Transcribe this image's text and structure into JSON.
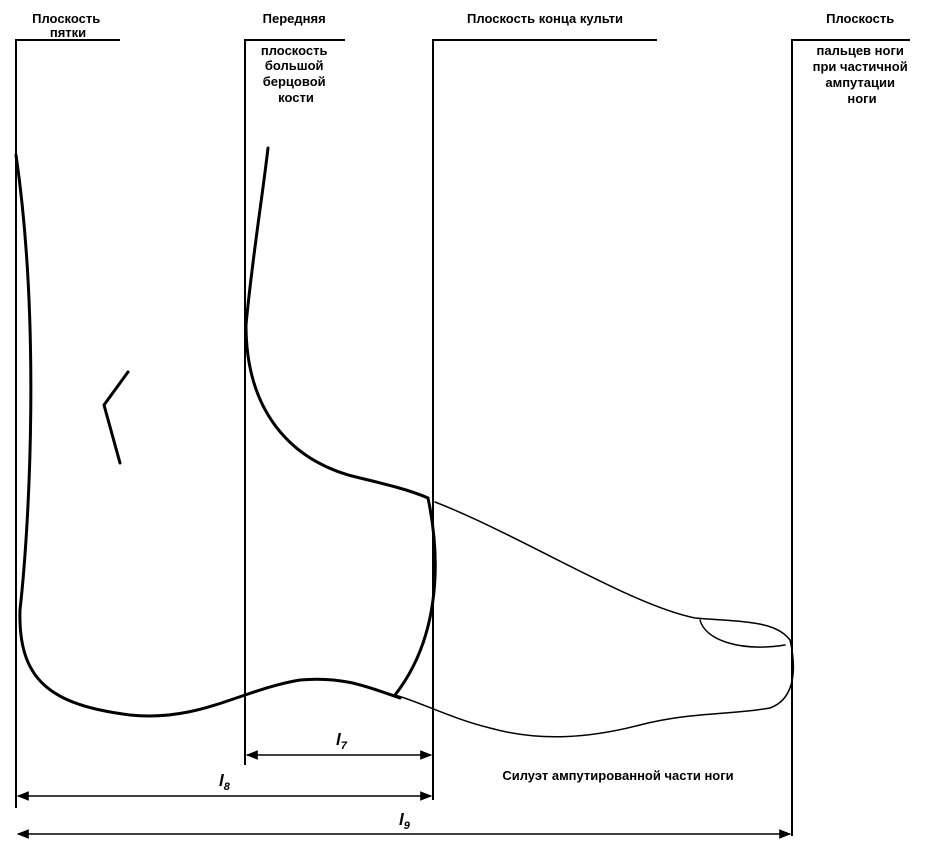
{
  "planes": {
    "heel": [
      "Плоскость",
      "пятки"
    ],
    "tibia": [
      "Передняя",
      "плоскость",
      "большой",
      "берцовой",
      "кости"
    ],
    "stump": [
      "Плоскость конца культи"
    ],
    "toe": [
      "Плоскость",
      "пальцев ноги",
      "при частичной",
      "ампутации",
      "ноги"
    ]
  },
  "dimensions": {
    "l7": "l",
    "l7_sub": "7",
    "l8": "l",
    "l8_sub": "8",
    "l9": "l",
    "l9_sub": "9"
  },
  "caption": "Силуэт ампутированной части ноги"
}
